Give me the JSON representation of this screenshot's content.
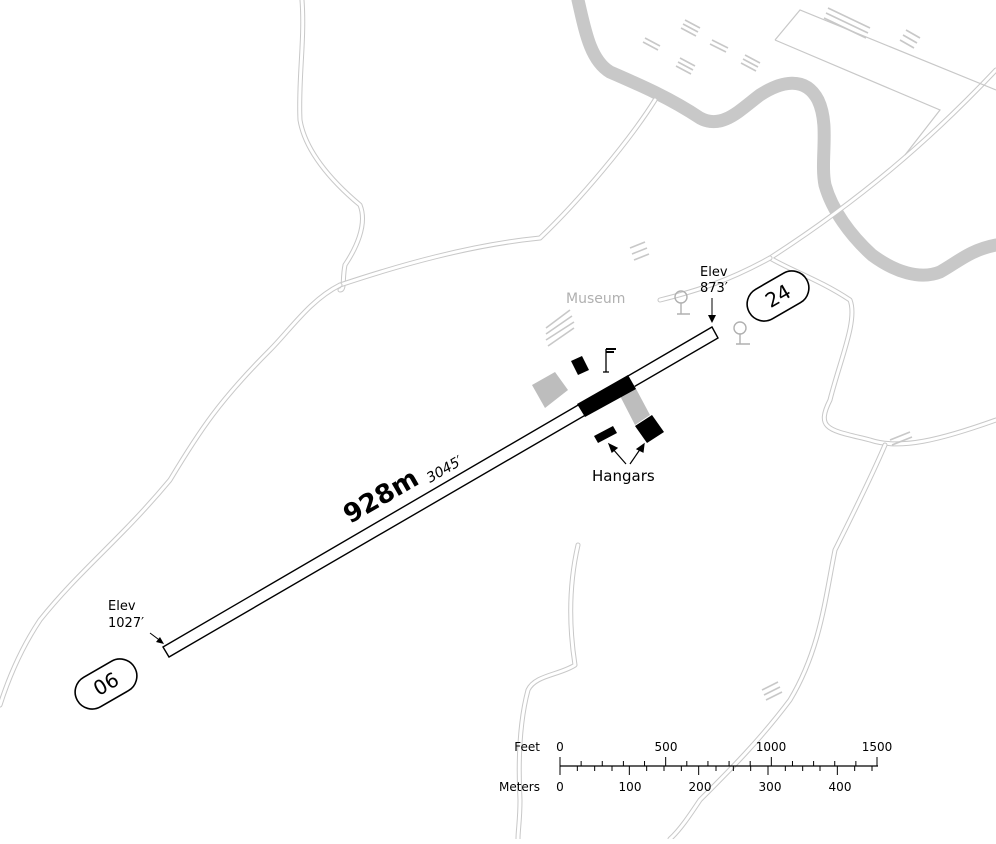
{
  "runway": {
    "length_metric": "928m",
    "length_imperial": "3045′",
    "end_west": {
      "designator": "06",
      "elev_label": "Elev",
      "elev_value": "1027′"
    },
    "end_east": {
      "designator": "24",
      "elev_label": "Elev",
      "elev_value": "873′"
    }
  },
  "labels": {
    "museum": "Museum",
    "hangars": "Hangars"
  },
  "scale_bar": {
    "feet_label": "Feet",
    "meters_label": "Meters",
    "feet_ticks": [
      "0",
      "500",
      "1000",
      "1500"
    ],
    "meter_ticks": [
      "0",
      "100",
      "200",
      "300",
      "400"
    ]
  },
  "colors": {
    "road_casing": "#c8c8c8",
    "river": "#c8c8c8",
    "building_dark": "#000000",
    "building_gray": "#bdbdbd",
    "label_gray": "#b0b0b0"
  },
  "icons": [
    "windsock-icon",
    "tree-icon"
  ]
}
